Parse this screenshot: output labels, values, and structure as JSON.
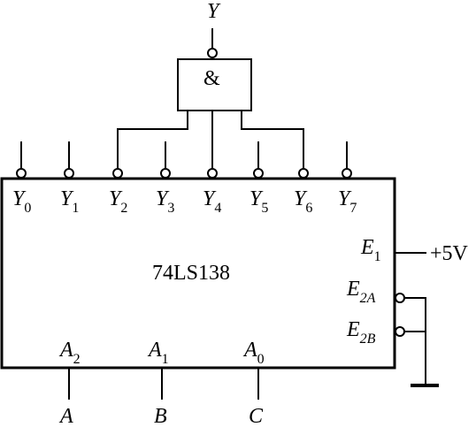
{
  "chip": {
    "name": "74LS138"
  },
  "gate": {
    "symbol": "&",
    "output": "Y"
  },
  "outputs": [
    {
      "base": "Y",
      "sub": "0"
    },
    {
      "base": "Y",
      "sub": "1"
    },
    {
      "base": "Y",
      "sub": "2"
    },
    {
      "base": "Y",
      "sub": "3"
    },
    {
      "base": "Y",
      "sub": "4"
    },
    {
      "base": "Y",
      "sub": "5"
    },
    {
      "base": "Y",
      "sub": "6"
    },
    {
      "base": "Y",
      "sub": "7"
    }
  ],
  "address_pins": [
    {
      "base": "A",
      "sub": "2",
      "signal": "A"
    },
    {
      "base": "A",
      "sub": "1",
      "signal": "B"
    },
    {
      "base": "A",
      "sub": "0",
      "signal": "C"
    }
  ],
  "enables": {
    "e1": {
      "base": "E",
      "sub": "1",
      "supply": "+5V"
    },
    "e2a": {
      "base": "E",
      "sub": "2A"
    },
    "e2b": {
      "base": "E",
      "sub": "2B"
    }
  }
}
